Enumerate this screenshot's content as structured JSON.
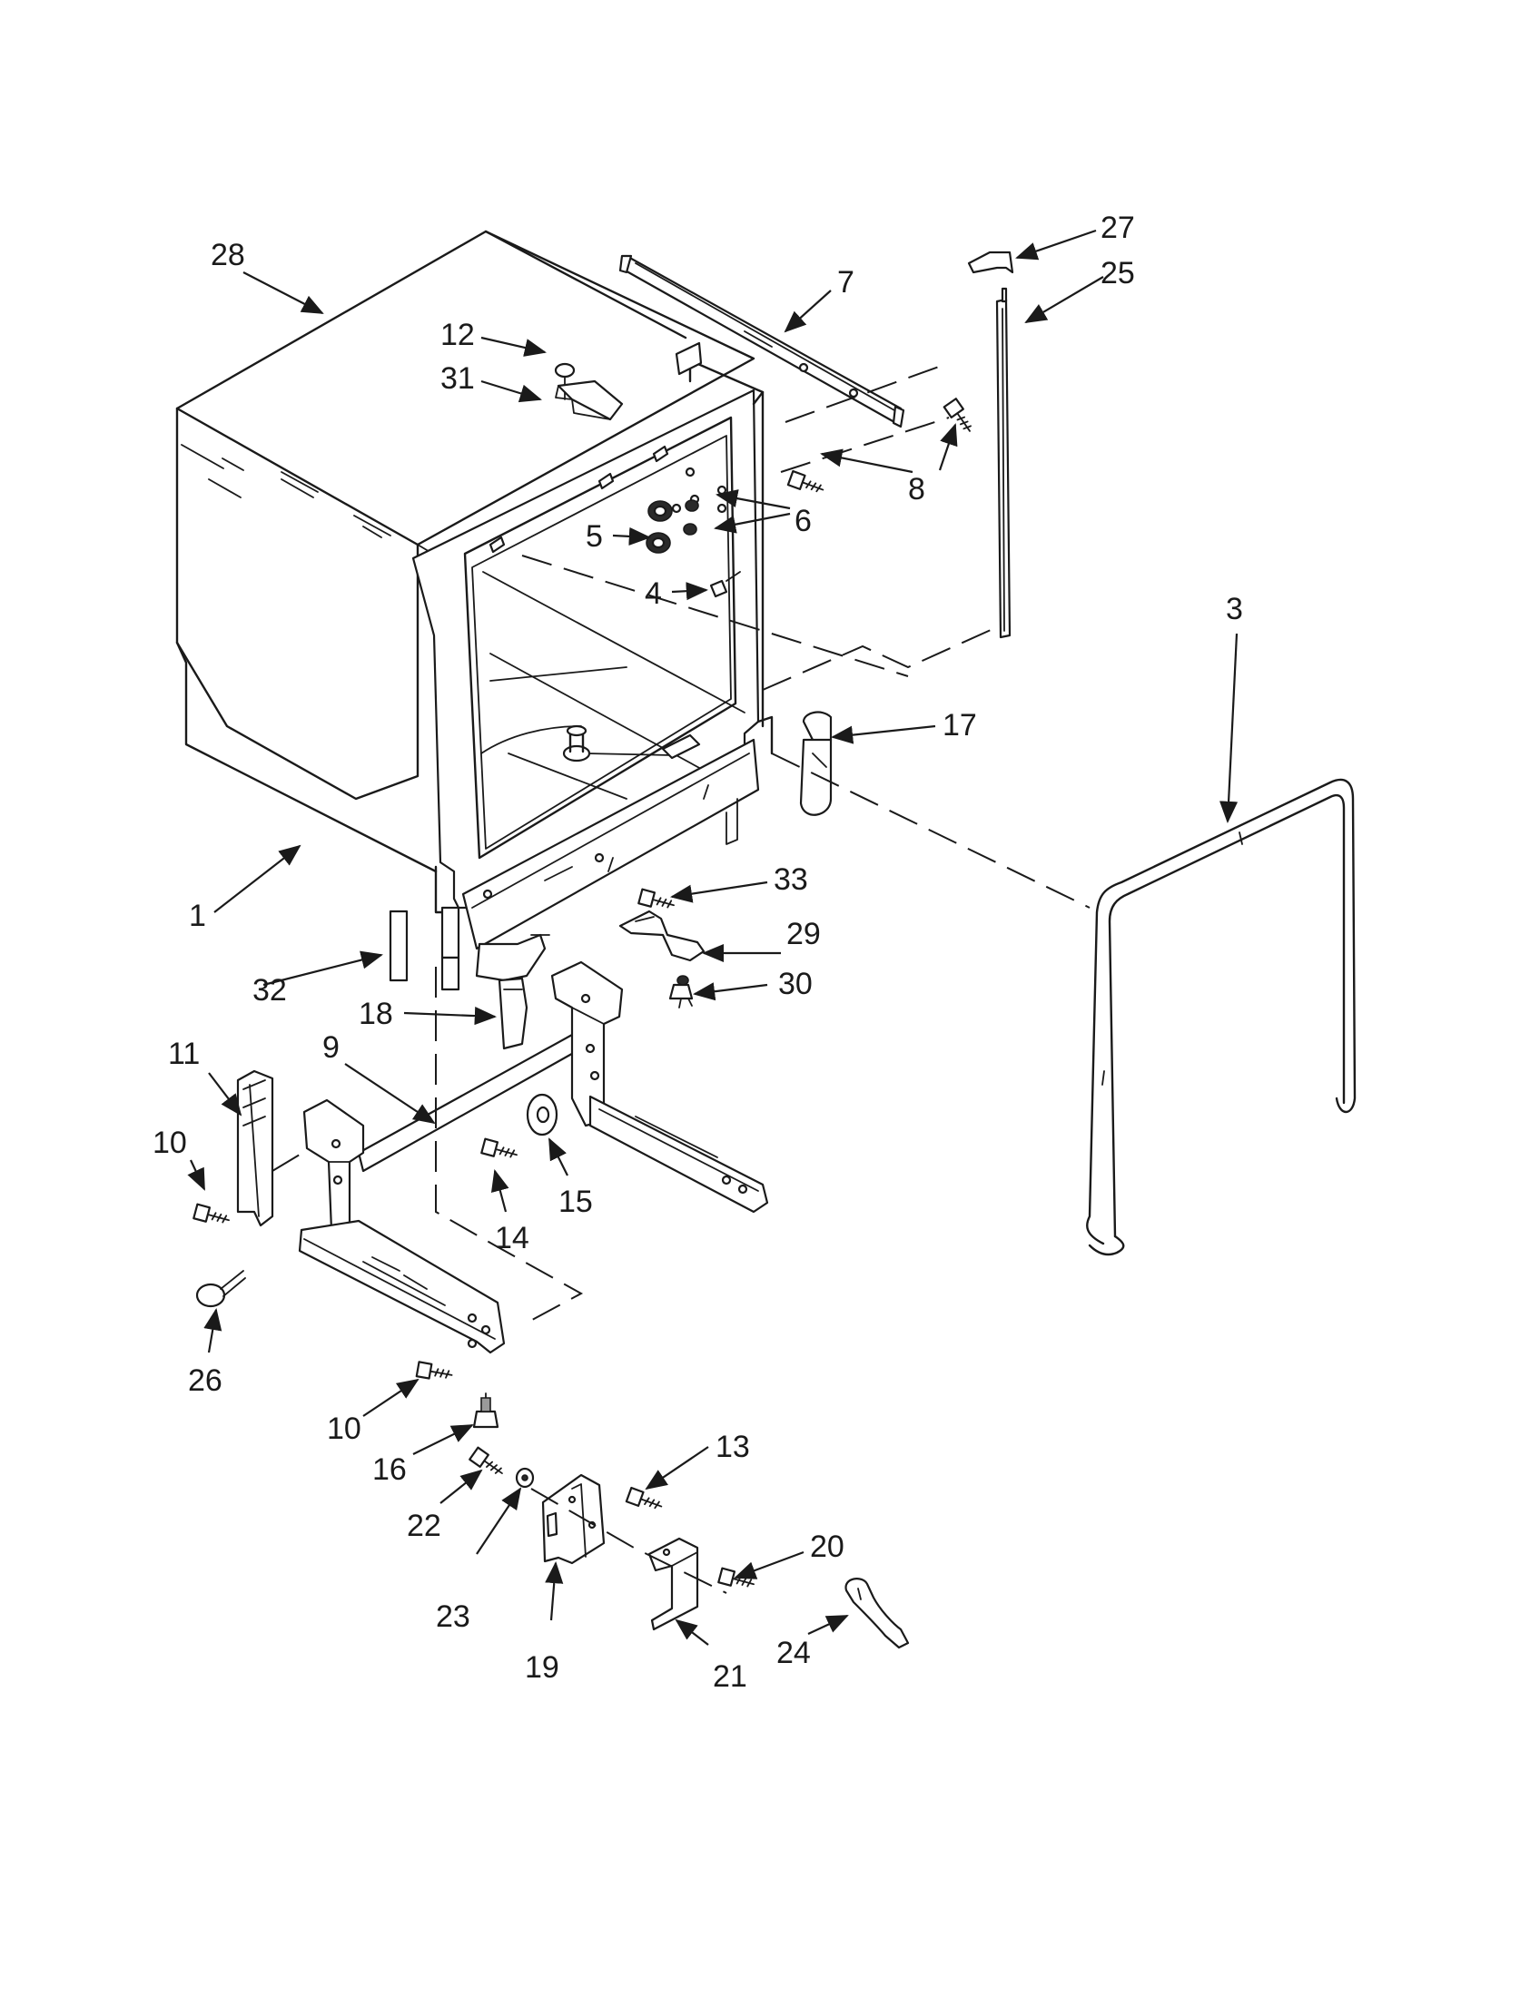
{
  "callouts": {
    "c1": "1",
    "c3": "3",
    "c4": "4",
    "c5": "5",
    "c6": "6",
    "c7": "7",
    "c8": "8",
    "c9": "9",
    "c10a": "10",
    "c10b": "10",
    "c11": "11",
    "c12": "12",
    "c13": "13",
    "c14": "14",
    "c15": "15",
    "c16": "16",
    "c17": "17",
    "c18": "18",
    "c19": "19",
    "c20": "20",
    "c21": "21",
    "c22": "22",
    "c23": "23",
    "c24": "24",
    "c25": "25",
    "c26": "26",
    "c27": "27",
    "c28": "28",
    "c29": "29",
    "c30": "30",
    "c31": "31",
    "c32": "32",
    "c33": "33"
  }
}
